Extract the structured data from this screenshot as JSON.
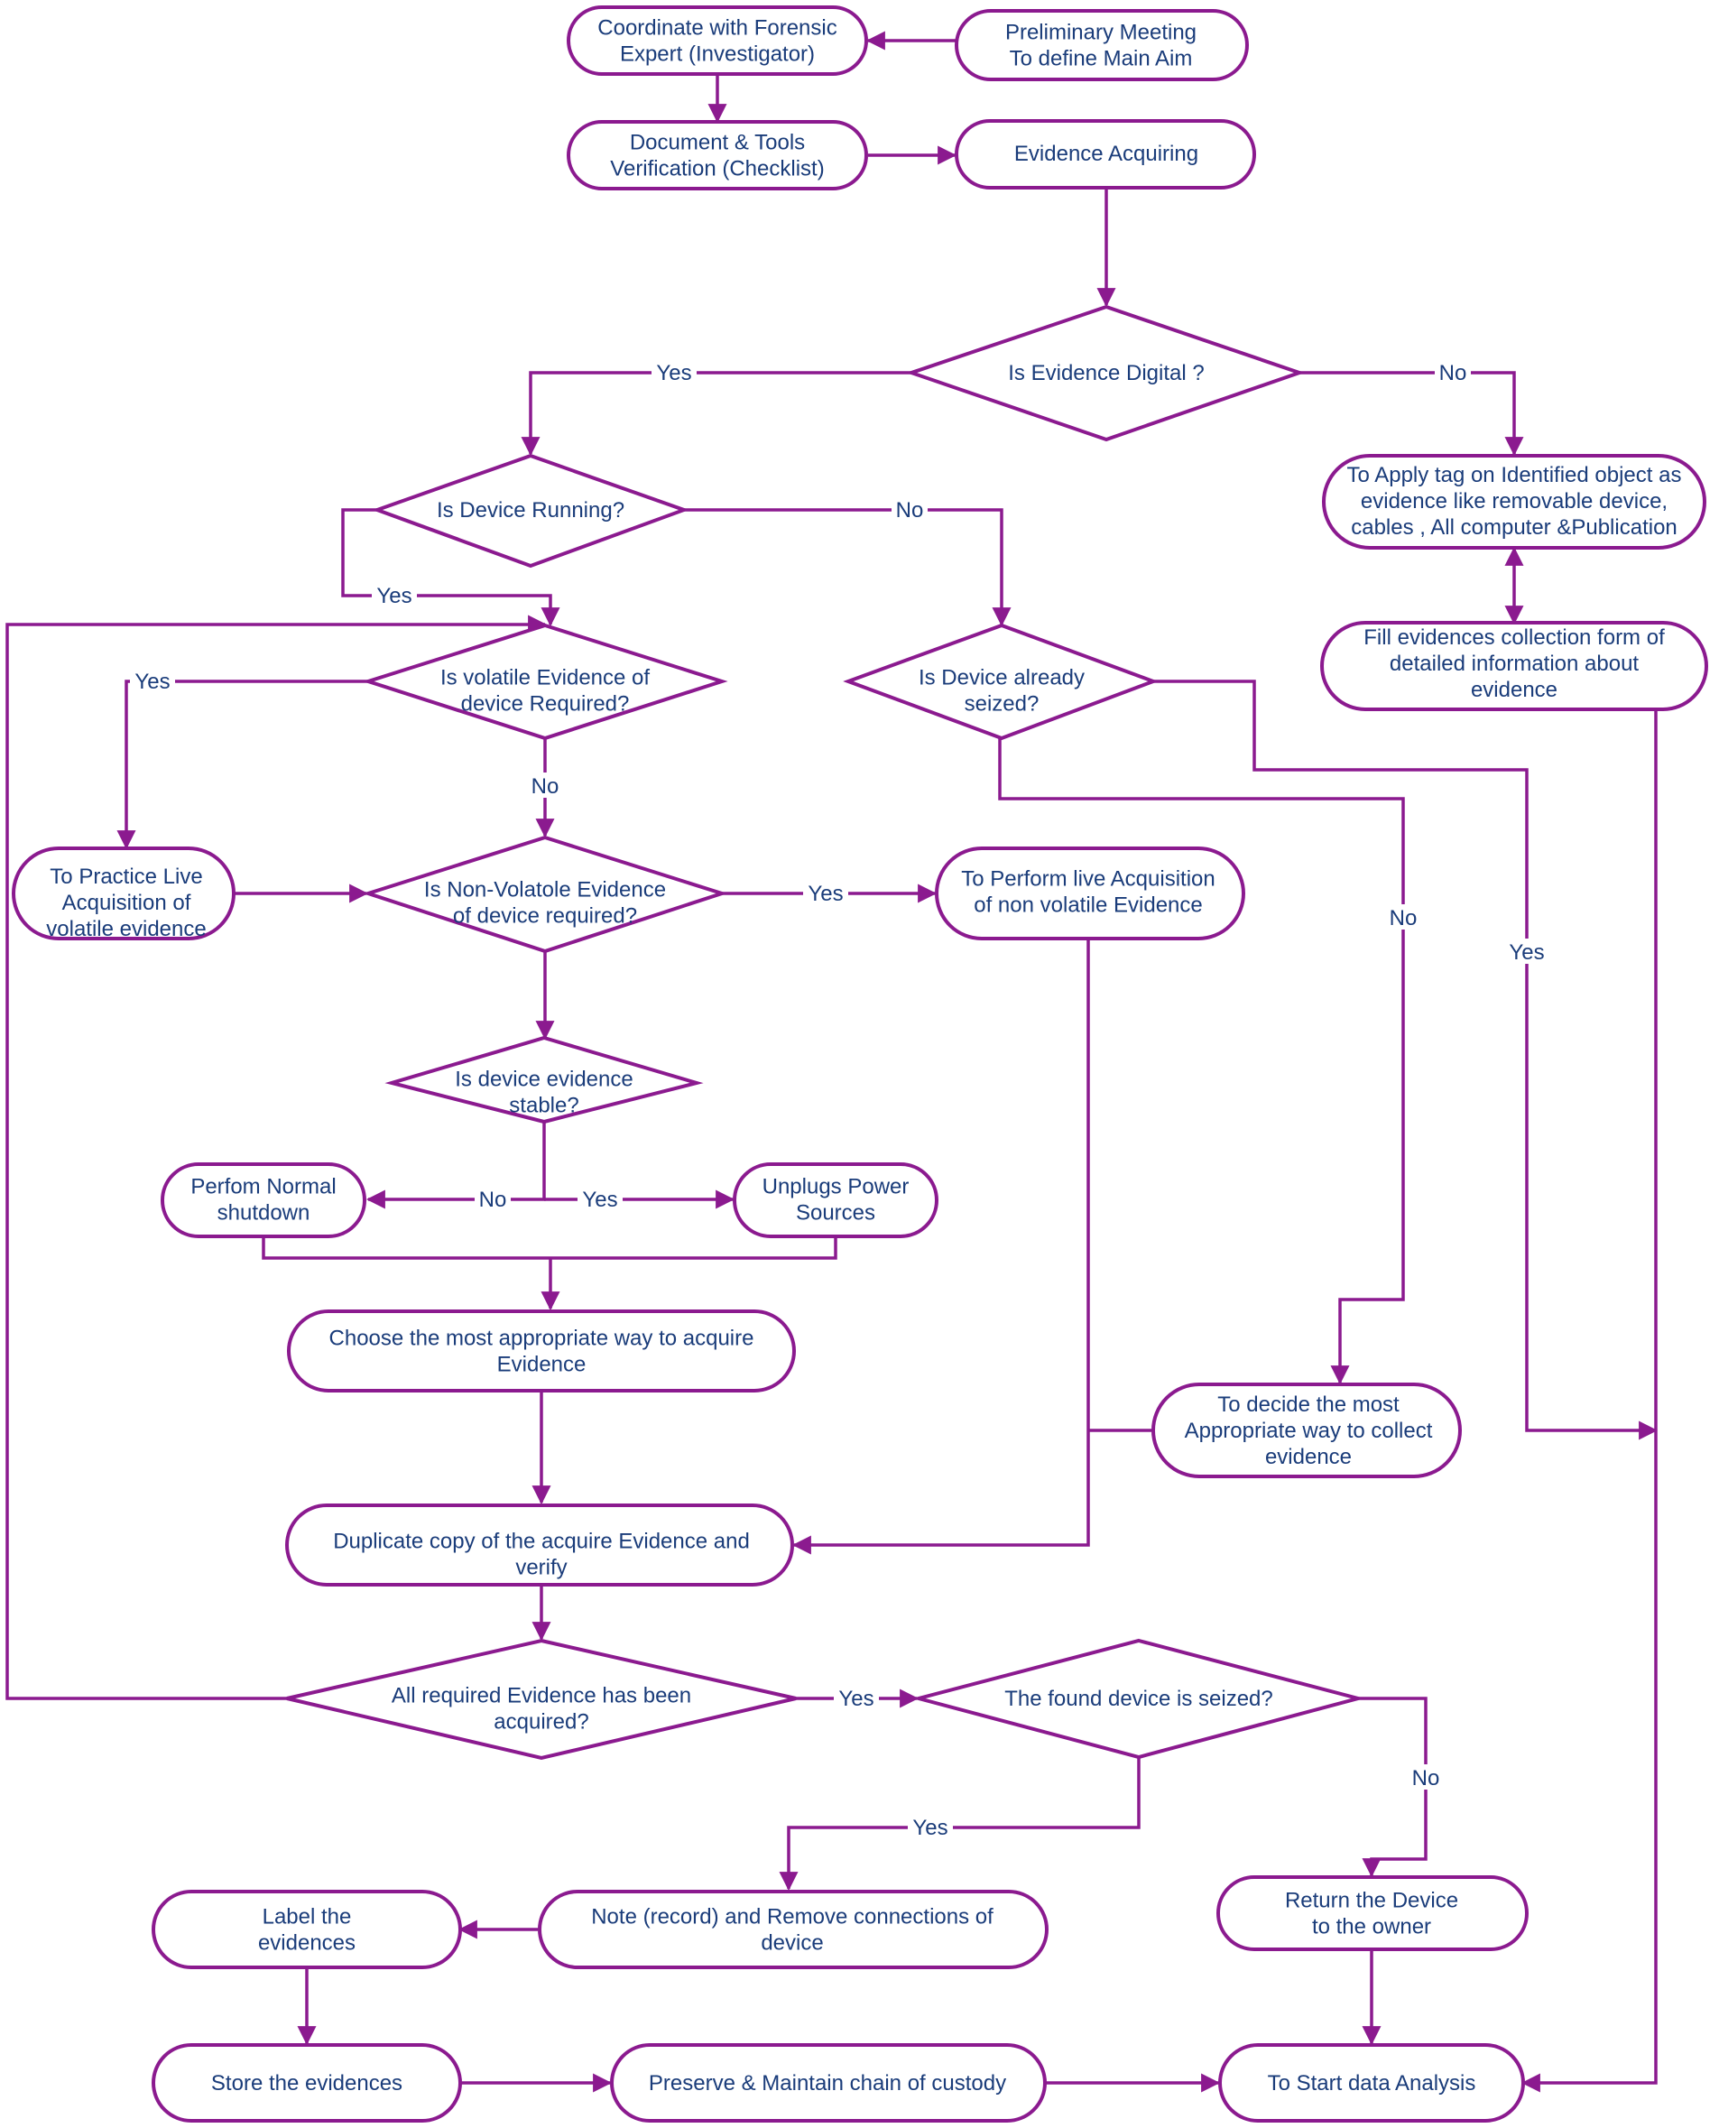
{
  "nodes": {
    "coordinate": {
      "lines": [
        "Coordinate with Forensic",
        "Expert (Investigator)"
      ]
    },
    "preliminary": {
      "lines": [
        "Preliminary Meeting",
        "To define Main Aim"
      ]
    },
    "document": {
      "lines": [
        "Document & Tools",
        "Verification (Checklist)"
      ]
    },
    "acquiring": {
      "lines": [
        "Evidence Acquiring"
      ]
    },
    "is_digital": {
      "lines": [
        "Is Evidence Digital ?"
      ]
    },
    "apply_tag": {
      "lines": [
        "To Apply tag on Identified object as",
        "evidence like removable device,",
        "cables , All computer &Publication"
      ]
    },
    "fill_form": {
      "lines": [
        "Fill evidences collection form of",
        "detailed information about",
        "evidence"
      ]
    },
    "is_running": {
      "lines": [
        "Is  Device Running?"
      ]
    },
    "is_volatile": {
      "lines": [
        "Is volatile Evidence of",
        "device Required?"
      ]
    },
    "is_seized": {
      "lines": [
        "Is Device already",
        "seized?"
      ]
    },
    "practice_live": {
      "lines": [
        "To Practice Live",
        "Acquisition of",
        "volatile evidence"
      ]
    },
    "is_nonvolatile": {
      "lines": [
        "Is Non-Volatole Evidence",
        "of device required?"
      ]
    },
    "perform_live": {
      "lines": [
        "To Perform live Acquisition",
        "of non volatile Evidence"
      ]
    },
    "is_stable": {
      "lines": [
        "Is device evidence",
        "stable?"
      ]
    },
    "normal_shutdown": {
      "lines": [
        "Perfom Normal",
        "shutdown"
      ]
    },
    "unplug": {
      "lines": [
        "Unplugs Power",
        "Sources"
      ]
    },
    "choose_way": {
      "lines": [
        "Choose the most appropriate way to acquire",
        "Evidence"
      ]
    },
    "decide_way": {
      "lines": [
        "To decide the most",
        "Appropriate way to collect",
        "evidence"
      ]
    },
    "duplicate": {
      "lines": [
        "Duplicate copy of the acquire Evidence and",
        "verify"
      ]
    },
    "all_acquired": {
      "lines": [
        "All required Evidence has been",
        "acquired?"
      ]
    },
    "found_seized": {
      "lines": [
        "The found device is seized?"
      ]
    },
    "label": {
      "lines": [
        "Label the",
        "evidences"
      ]
    },
    "note": {
      "lines": [
        "Note (record) and Remove connections of",
        "device"
      ]
    },
    "return": {
      "lines": [
        "Return the Device",
        "to the owner"
      ]
    },
    "store": {
      "lines": [
        "Store the evidences"
      ]
    },
    "preserve": {
      "lines": [
        "Preserve & Maintain  chain of custody"
      ]
    },
    "analysis": {
      "lines": [
        "To Start data Analysis"
      ]
    }
  },
  "edge_labels": {
    "digital_yes": "Yes",
    "digital_no": "No",
    "running_no": "No",
    "running_yes": "Yes",
    "volatile_yes": "Yes",
    "volatile_no": "No",
    "seized_no": "No",
    "seized_yes": "Yes",
    "nonvolatile_yes": "Yes",
    "stable_no": "No",
    "stable_yes": "Yes",
    "acquired_yes": "Yes",
    "found_yes": "Yes",
    "found_no": "No"
  },
  "colors": {
    "stroke": "#8b1a8f",
    "text": "#1a3c7a"
  }
}
